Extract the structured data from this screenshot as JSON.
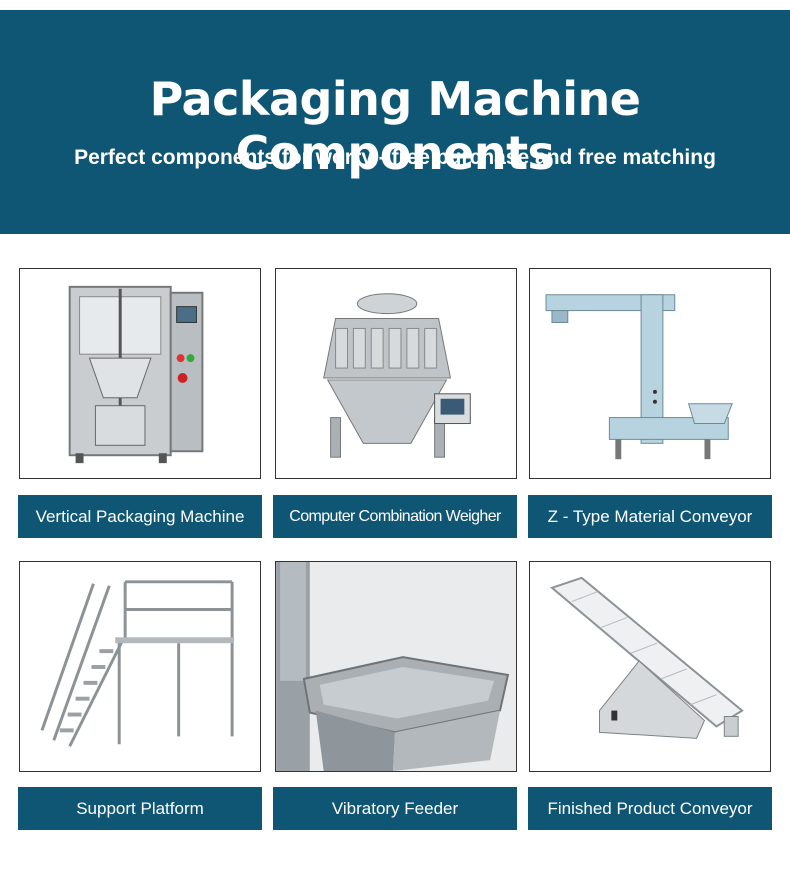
{
  "header": {
    "title": "Packaging Machine Components",
    "subtitle": "Perfect components for worry - free purchase and free matching"
  },
  "colors": {
    "brand": "#0f5674",
    "label_text": "#ffffff"
  },
  "products": [
    {
      "label": "Vertical Packaging Machine",
      "image_icon": "vertical-packaging-machine-photo"
    },
    {
      "label": "Computer Combination Weigher",
      "image_icon": "combination-weigher-photo"
    },
    {
      "label": "Z - Type Material Conveyor",
      "image_icon": "z-type-conveyor-photo"
    },
    {
      "label": "Support Platform",
      "image_icon": "support-platform-photo"
    },
    {
      "label": "Vibratory Feeder",
      "image_icon": "vibratory-feeder-photo"
    },
    {
      "label": "Finished Product Conveyor",
      "image_icon": "finished-product-conveyor-photo"
    }
  ]
}
